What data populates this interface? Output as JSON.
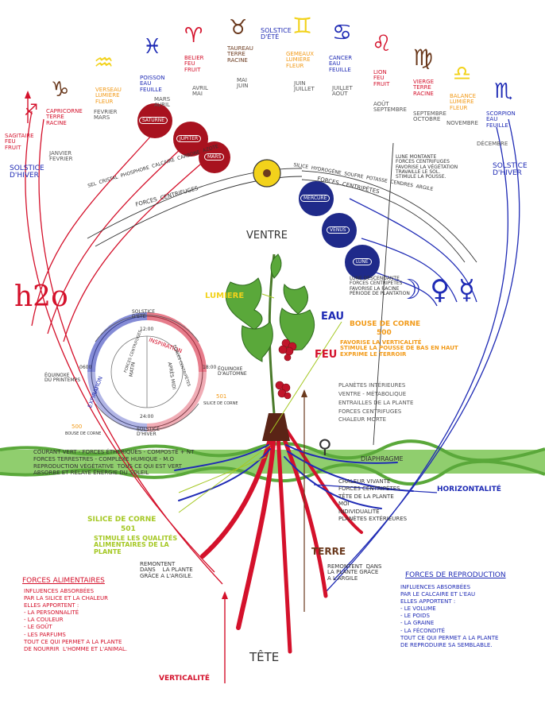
{
  "colors": {
    "red": "#d4112b",
    "blue": "#1f2bb5",
    "green": "#5aa83a",
    "yellow": "#f2d21b",
    "orange": "#f29a18",
    "brown": "#6b3a1e",
    "purple": "#6b2d86"
  },
  "zodiac": [
    {
      "symbol": "♐",
      "name": "SAGITAIRE\nFEU\nFRUIT",
      "months": ""
    },
    {
      "symbol": "♑",
      "name": "CAPRICORNE\nTERRE\nRACINE",
      "months": "JANVIER\nFEVRIER"
    },
    {
      "symbol": "♒",
      "name": "VERSEAU\nLUMIÈRE\nFLEUR",
      "months": "FEVRIER\nMARS"
    },
    {
      "symbol": "♓",
      "name": "POISSON\nEAU\nFEUILLE",
      "months": "MARS\nAVRIL"
    },
    {
      "symbol": "♈",
      "name": "BELIER\nFEU\nFRUIT",
      "months": "AVRIL\nMAI"
    },
    {
      "symbol": "♉",
      "name": "TAUREAU\nTERRE\nRACINE",
      "months": "MAI\nJUIN"
    },
    {
      "symbol": "♊",
      "name": "GEMEAUX\nLUMIÈRE\nFLEUR",
      "months": "JUIN\nJUILLET"
    },
    {
      "symbol": "♋",
      "name": "CANCER\nEAU\nFEUILLE",
      "months": "JUILLET\nAOÛT"
    },
    {
      "symbol": "♌",
      "name": "LION\nFEU\nFRUIT",
      "months": "AOÛT\nSEPTEMBRE"
    },
    {
      "symbol": "♍",
      "name": "VIERGE\nTERRE\nRACINE",
      "months": "SEPTEMBRE\nOCTOBRE"
    },
    {
      "symbol": "♎",
      "name": "BALANCE\nLUMIÈRE\nFLEUR",
      "months": "NOVEMBRE"
    },
    {
      "symbol": "♏",
      "name": "SCORPION\nEAU\nFEUILLE",
      "months": "DÉCEMBRE"
    }
  ],
  "solstices": {
    "summer": "SOLSTICE\nD'ÉTÉ",
    "winter_left": "SOLSTICE\nD'HIVER",
    "winter_right": "SOLSTICE\nD'HIVER"
  },
  "planets": {
    "saturne": "SATURNE",
    "jupiter": "JUPITER",
    "mars": "MARS",
    "mercure": "MERCURE",
    "venus": "VENUS",
    "lune": "LUNE"
  },
  "forces": {
    "centrifuges_row": "SEL  CRISTAL  PHOSPHORE  CALCAIRE  CARBONE  AZOTE",
    "centrifuges_label": "FORCES  CENTRIFUGES",
    "centripetes_row": "SILICE  HYDROGÈNE  SOUFRE  POTASSE  CENDRES  ARGILE",
    "centripetes_label": "FORCES  CENTRIPÈTES"
  },
  "lune_montante": "LUNE MONTANTE\nFORCES CENTRIFUGES\nFAVORISE LA VÉGÉTATION\nTRAVAILLE LE SOL.\nSTIMULE LA POUSSE.",
  "lune_descendante": "LUNE DESCENDANTE\nFORCES CENTRIPÈTES\nFAVORISE LA RACINE\nPÉRIODE DE PLANTATION",
  "ventre": "VENTRE",
  "tete": "TÊTE",
  "verticalite": "VERTICALITÉ",
  "horizontalite": "HORIZONTALITÉ",
  "lumiere": "LUMIERE",
  "eau": "EAU",
  "feu": "FEU",
  "terre": "TERRE",
  "h2o": "h2o",
  "bouse": {
    "title": "BOUSE DE CORNE",
    "number": "500",
    "text": "FAVORISE LA VERTICALITÉ\nSTIMULE LA POUSSE DE BAS EN HAUT\nEXPRIME LE TERROIR"
  },
  "planetes_interieures": "PLANÈTES INTÉRIEURES\nVENTRE - MÉTABOLIQUE\nENTRAILLES DE LA PLANTE\nFORCES CENTRIFUGES\nCHALEUR MORTE",
  "diaphragme": "DIAPHRAGME",
  "chaleur_vivante": "CHALEUR VIVANTE\nFORCES CENTRIPÈTES\nTÊTE DE LA PLANTE\nMOI\nINDIVIDUALITÉ\nPLANÈTES EXTÉRIEURES",
  "courant_vert": "COURANT VERT - FORCES ÉTHÉRIQUES - COMPOSTE + NT\nFORCES TERRESTRES - COMPLEXE HUMIQUE - M.O\nREPRODUCTION VÉGÉTATIVE  TOUS CE QUI EST VERT\nABSORBE ET RELAYE ÉNERGIE DU SOLEIL",
  "silice": {
    "title": "SILICE DE CORNE",
    "number": "501",
    "text": "STIMULE LES QUALITÉS\nALIMENTAIRES DE LA\nPLANTE"
  },
  "remontent_left": "REMONTENT\nDANS    LA PLANTE\nGRÂCE A L'ARGILE.",
  "remontent_right": "REMONTENT  DANS\nLA PLANTE GRÂCE\nA L'ARGILE",
  "forces_alimentaires": {
    "title": "FORCES ALIMENTAIRES",
    "text": "INFLUENCES ABSORBÉES\nPAR LA SILICE ET LA CHALEUR\nELLES APPORTENT :\n- LA PERSONNALITÉ\n- LA COULEUR\n- LE GOÛT\n- LES PARFUMS\nTOUT CE QUI PERMET A LA PLANTE\nDE NOURRIR  L'HOMME ET L'ANIMAL."
  },
  "forces_reproduction": {
    "title": "FORCES DE REPRODUCTION",
    "text": "INFLUENCES ABSORBÉES\nPAR LE CALCAIRE ET L'EAU\nELLES APPORTENT :\n- LE VOLUME\n- LE POIDS\n- LA GRAINE\n- LA FÉCONDITÉ\nTOUT CE QUI PERMET A LA PLANTE\nDE REPRODUIRE SA SEMBLABLE."
  },
  "clock": {
    "top": "SOLSTICE\nD'ÉTÉ",
    "top_hour": "12:00",
    "left": "ÉQUINOXE\nDU PRINTEMPS",
    "left_hour": "0600",
    "right_hour": "18:00",
    "right": "ÉQUINOXE\nD'AUTOMNE",
    "bottom_hour": "24:00",
    "bottom": "SOLSTICE\nD'HIVER",
    "n501": "501",
    "n501_label": "SILICE DE CORNE",
    "n500": "500",
    "n500_label": "BOUSE DE CORNE",
    "inspiration": "INSPIRATION",
    "expiration": "EXPIRATION",
    "forces_centrifuges": "FORCES CENTRIFUGES",
    "forces_centripetes": "FORCES CENTRIPÈTES",
    "matin": "MATIN",
    "apres_midi": "APRÈS MIDI"
  }
}
